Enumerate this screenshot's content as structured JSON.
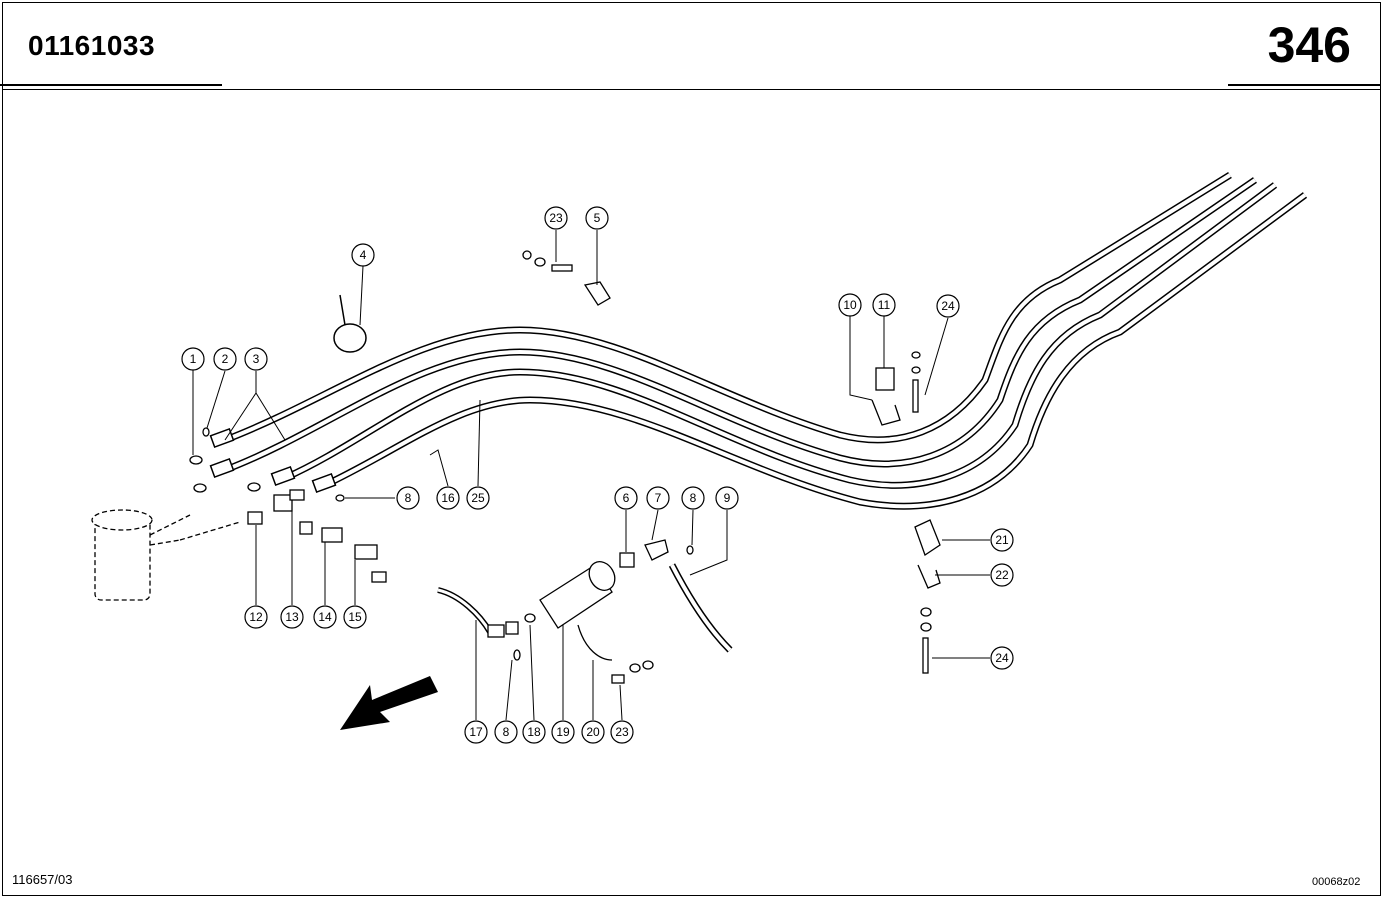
{
  "header": {
    "document_number": "01161033",
    "page_number": "346"
  },
  "footer": {
    "left_code": "116657/03",
    "right_code": "00068z02"
  },
  "callouts": [
    {
      "id": "c1",
      "label": "1"
    },
    {
      "id": "c2",
      "label": "2"
    },
    {
      "id": "c3",
      "label": "3"
    },
    {
      "id": "c4",
      "label": "4"
    },
    {
      "id": "c5",
      "label": "5"
    },
    {
      "id": "c23a",
      "label": "23"
    },
    {
      "id": "c10",
      "label": "10"
    },
    {
      "id": "c11",
      "label": "11"
    },
    {
      "id": "c24a",
      "label": "24"
    },
    {
      "id": "c8a",
      "label": "8"
    },
    {
      "id": "c16",
      "label": "16"
    },
    {
      "id": "c25",
      "label": "25"
    },
    {
      "id": "c6",
      "label": "6"
    },
    {
      "id": "c7",
      "label": "7"
    },
    {
      "id": "c8b",
      "label": "8"
    },
    {
      "id": "c9",
      "label": "9"
    },
    {
      "id": "c21",
      "label": "21"
    },
    {
      "id": "c22",
      "label": "22"
    },
    {
      "id": "c24b",
      "label": "24"
    },
    {
      "id": "c12",
      "label": "12"
    },
    {
      "id": "c13",
      "label": "13"
    },
    {
      "id": "c14",
      "label": "14"
    },
    {
      "id": "c15",
      "label": "15"
    },
    {
      "id": "c17",
      "label": "17"
    },
    {
      "id": "c8c",
      "label": "8"
    },
    {
      "id": "c18",
      "label": "18"
    },
    {
      "id": "c19",
      "label": "19"
    },
    {
      "id": "c20",
      "label": "20"
    },
    {
      "id": "c23b",
      "label": "23"
    }
  ]
}
